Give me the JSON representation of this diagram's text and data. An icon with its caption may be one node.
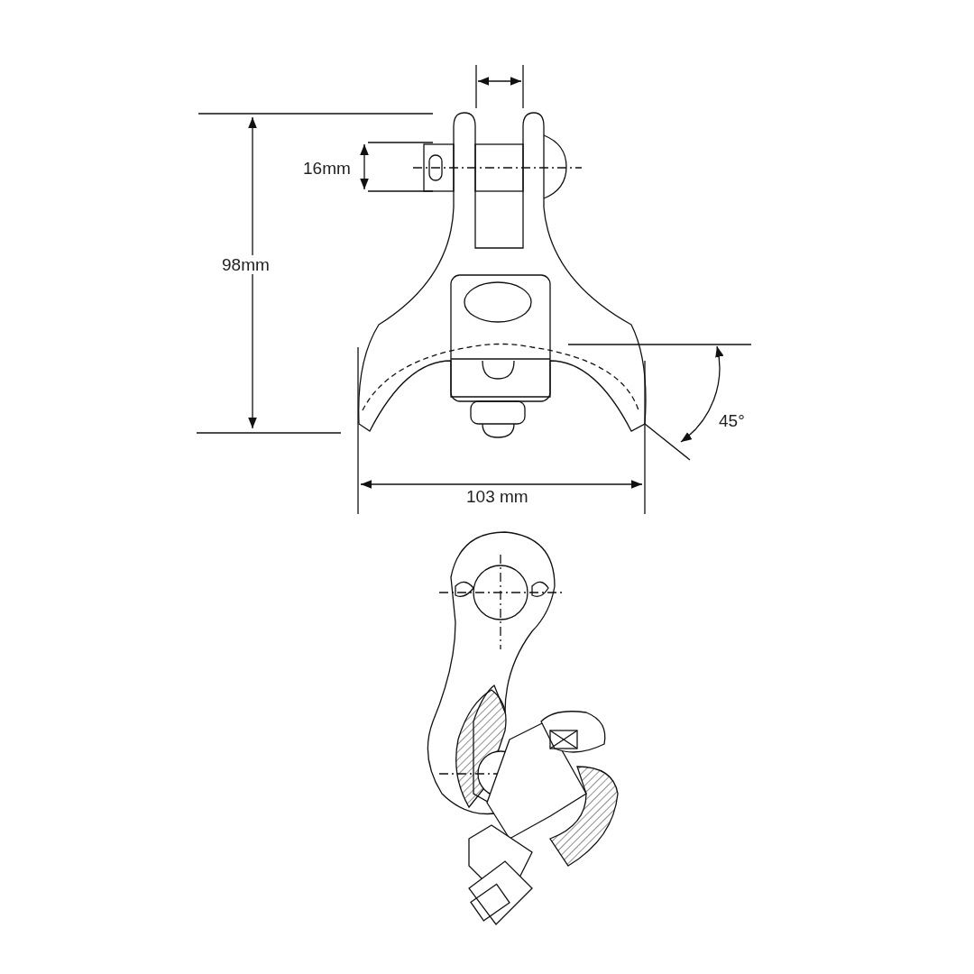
{
  "diagram": {
    "labels": [
      "16mm",
      "98mm",
      "45°",
      "103 mm"
    ]
  }
}
